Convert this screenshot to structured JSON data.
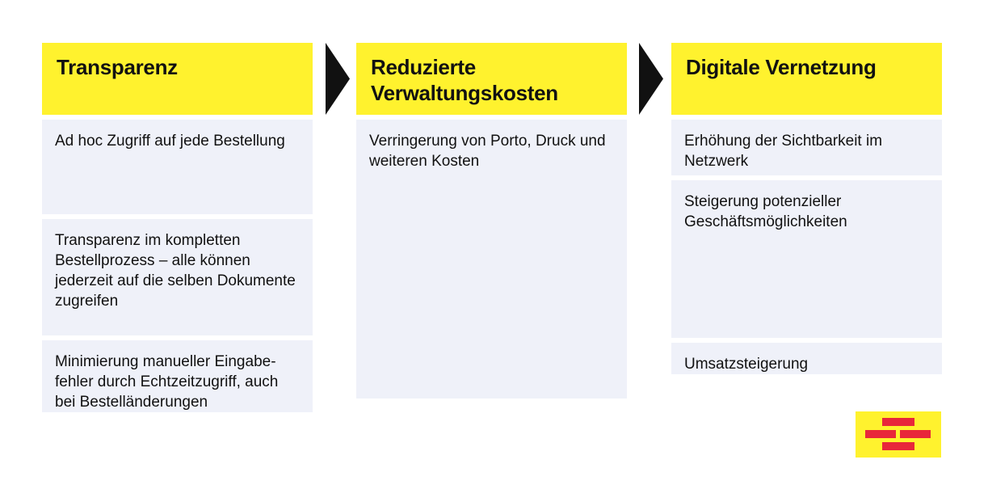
{
  "columns": [
    {
      "title": "Transparenz",
      "items": [
        "Ad hoc Zugriff auf jede Bestellung",
        "Transparenz im kompletten Bestellprozess – alle können jederzeit auf die selben Dokumente zugreifen",
        "Minimierung manueller Eingabe-fehler durch Echtzeitzugriff, auch bei Bestelländerungen"
      ]
    },
    {
      "title": "Reduzierte Verwaltungskosten",
      "items": [
        "Verringerung von Porto, Druck und weiteren Kosten"
      ]
    },
    {
      "title": "Digitale Vernetzung",
      "items": [
        "Erhöhung der Sichtbarkeit im Netzwerk",
        "Steigerung potenzieller Geschäftsmöglichkeiten",
        "Umsatzsteigerung"
      ]
    }
  ],
  "arrow_icon": "chevron-right-icon",
  "logo_icon": "brick-wall-logo",
  "colors": {
    "header_bg": "#fff22e",
    "card_bg": "#eff1f9",
    "text": "#111111",
    "logo_bricks": "#e8273a"
  }
}
